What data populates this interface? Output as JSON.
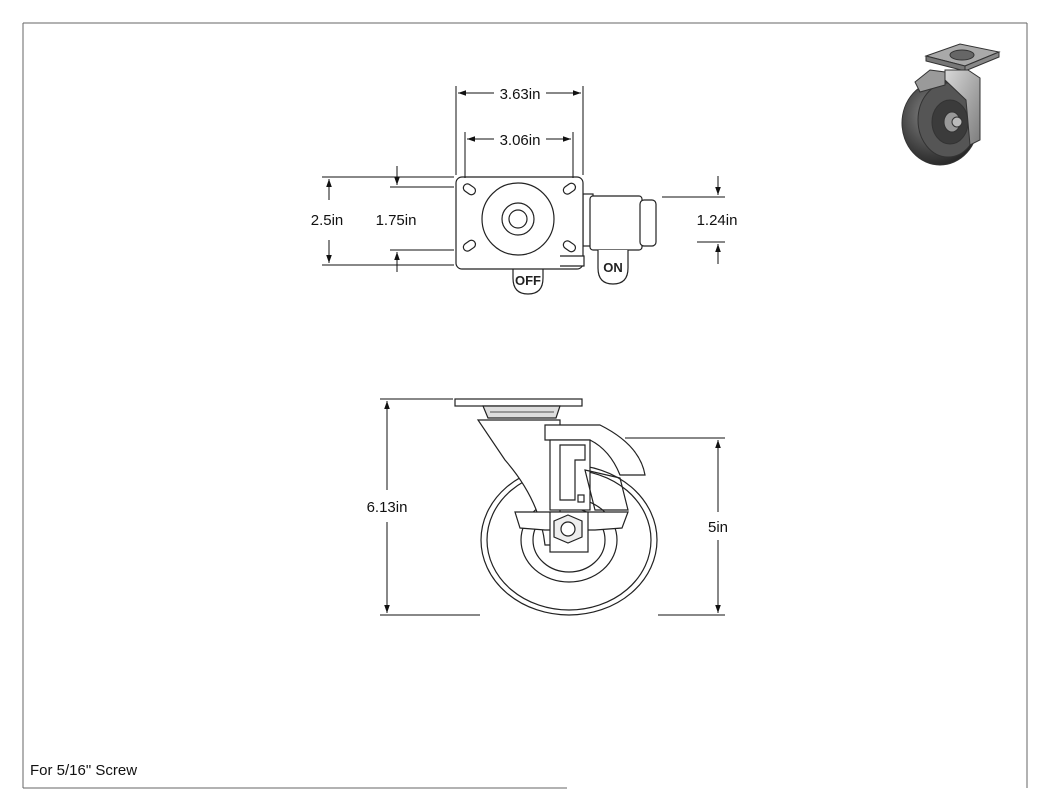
{
  "dimensions": {
    "top_overall_width": "3.63in",
    "top_hole_spacing_width": "3.06in",
    "top_overall_length": "2.5in",
    "top_hole_spacing_length": "1.75in",
    "brake_width": "1.24in",
    "side_overall_height": "6.13in",
    "wheel_diameter": "5in"
  },
  "brake_labels": {
    "off": "OFF",
    "on": "ON"
  },
  "footer": {
    "note": "For 5/16\" Screw"
  }
}
